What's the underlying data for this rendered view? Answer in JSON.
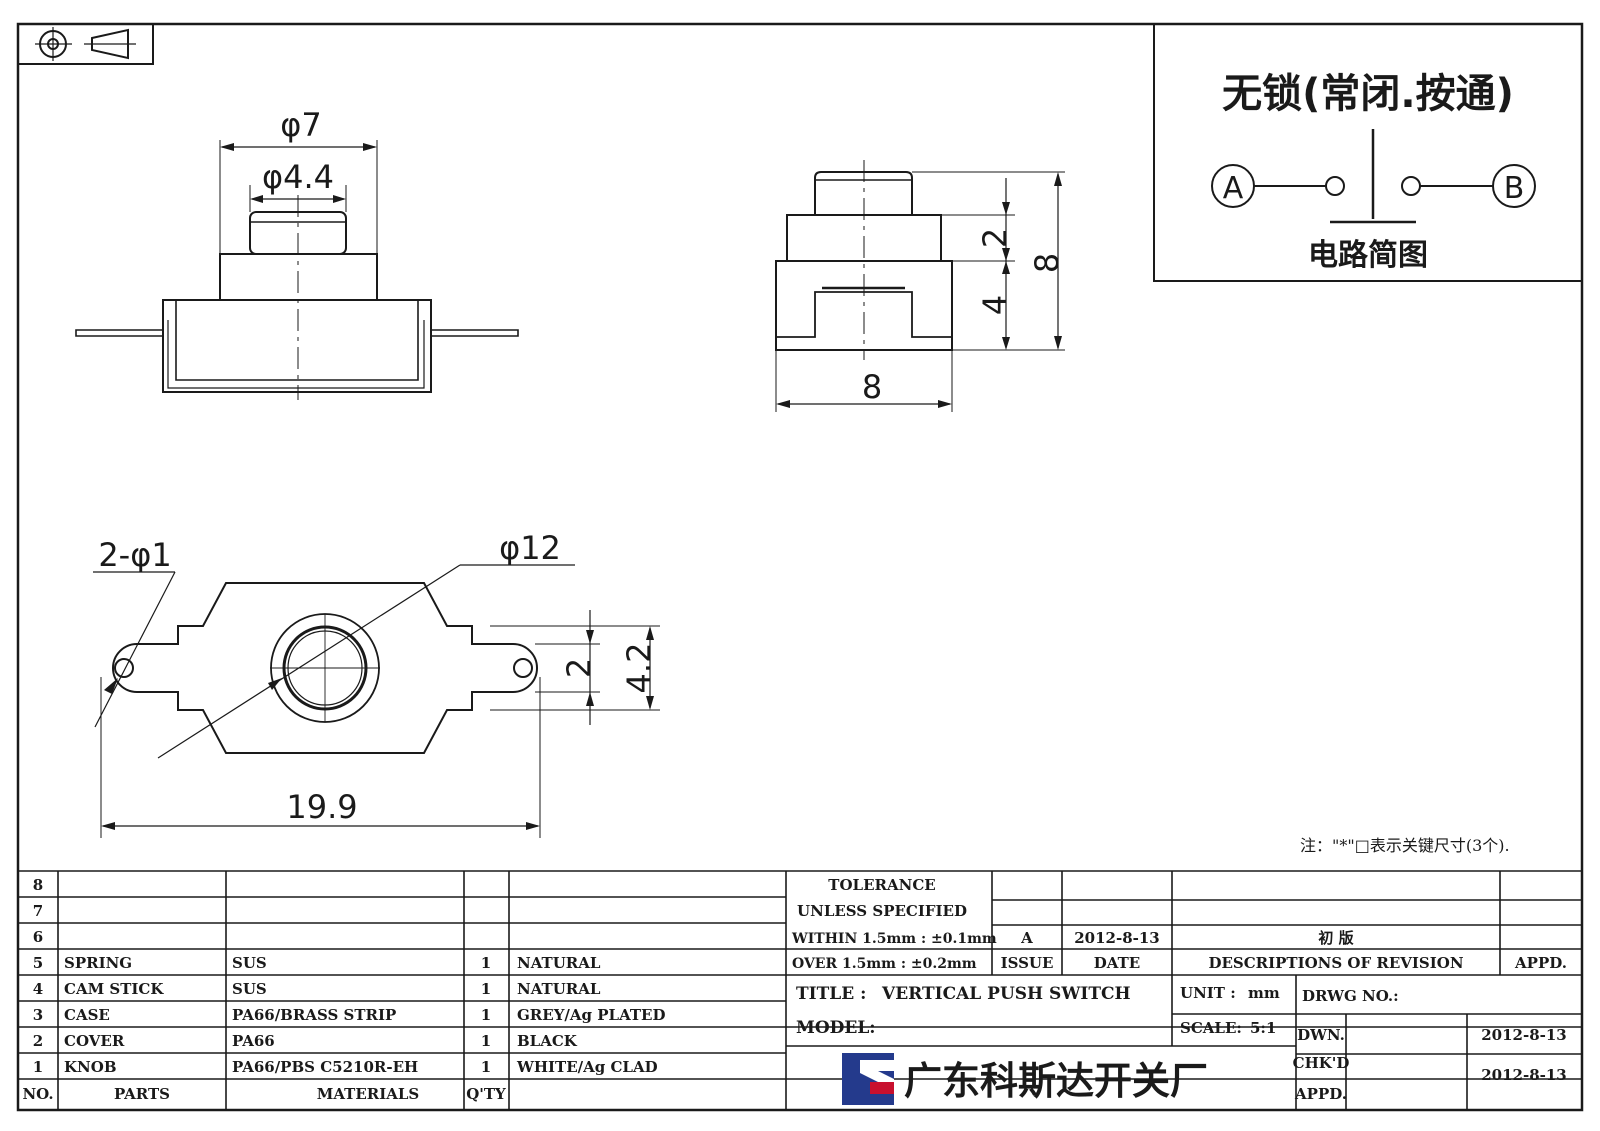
{
  "dimensions": {
    "phi7": "φ7",
    "phi4_4": "φ4.4",
    "side_2": "2",
    "side_4": "4",
    "side_8_height": "8",
    "side_8_width": "8",
    "holes": "2-φ1",
    "phi12": "φ12",
    "bottom_2": "2",
    "bottom_4_2": "4.2",
    "width_19_9": "19.9"
  },
  "schematic": {
    "title": "无锁(常闭.按通)",
    "terminal_a": "A",
    "terminal_b": "B",
    "caption": "电路简图"
  },
  "note": "注：\"*\"□表示关键尺寸(3个).",
  "bom": {
    "rows": [
      {
        "no": "8",
        "part": "",
        "material": "",
        "qty": "",
        "finish": ""
      },
      {
        "no": "7",
        "part": "",
        "material": "",
        "qty": "",
        "finish": ""
      },
      {
        "no": "6",
        "part": "",
        "material": "",
        "qty": "",
        "finish": ""
      },
      {
        "no": "5",
        "part": "SPRING",
        "material": "SUS",
        "qty": "1",
        "finish": "NATURAL"
      },
      {
        "no": "4",
        "part": "CAM STICK",
        "material": "SUS",
        "qty": "1",
        "finish": "NATURAL"
      },
      {
        "no": "3",
        "part": "CASE",
        "material": "PA66/BRASS STRIP",
        "qty": "1",
        "finish": "GREY/Ag PLATED"
      },
      {
        "no": "2",
        "part": "COVER",
        "material": "PA66",
        "qty": "1",
        "finish": "BLACK"
      },
      {
        "no": "1",
        "part": "KNOB",
        "material": "PA66/PBS C5210R-EH",
        "qty": "1",
        "finish": "WHITE/Ag CLAD"
      }
    ],
    "headers": {
      "no": "NO.",
      "parts": "PARTS",
      "materials": "MATERIALS",
      "qty": "Q'TY"
    }
  },
  "tolerance": {
    "line1": "TOLERANCE",
    "line2": "UNLESS  SPECIFIED",
    "line3": "WITHIN 1.5mm : ±0.1mm",
    "line4": "OVER 1.5mm : ±0.2mm"
  },
  "revision": {
    "issue": "A",
    "date": "2012-8-13",
    "description": "初  版",
    "headers": {
      "issue": "ISSUE",
      "date": "DATE",
      "description": "DESCRIPTIONS OF REVISION",
      "appd": "APPD."
    }
  },
  "title_block": {
    "title_label": "TITLE :",
    "title_value": "VERTICAL PUSH SWITCH",
    "unit_label": "UNIT :",
    "unit_value": "mm",
    "drwg_label": "DRWG NO.:",
    "model_label": "MODEL:",
    "scale_label": "SCALE:",
    "scale_value": "5:1",
    "dwn_label": "DWN.",
    "dwn_date": "2012-8-13",
    "chkd_label": "CHK'D",
    "chkd_date": "2012-8-13",
    "appd_label": "APPD.",
    "company": "广东科斯达开关厂"
  },
  "colors": {
    "line": "#1a1a1a",
    "logo_blue": "#243a8c",
    "logo_red": "#c8102e"
  }
}
